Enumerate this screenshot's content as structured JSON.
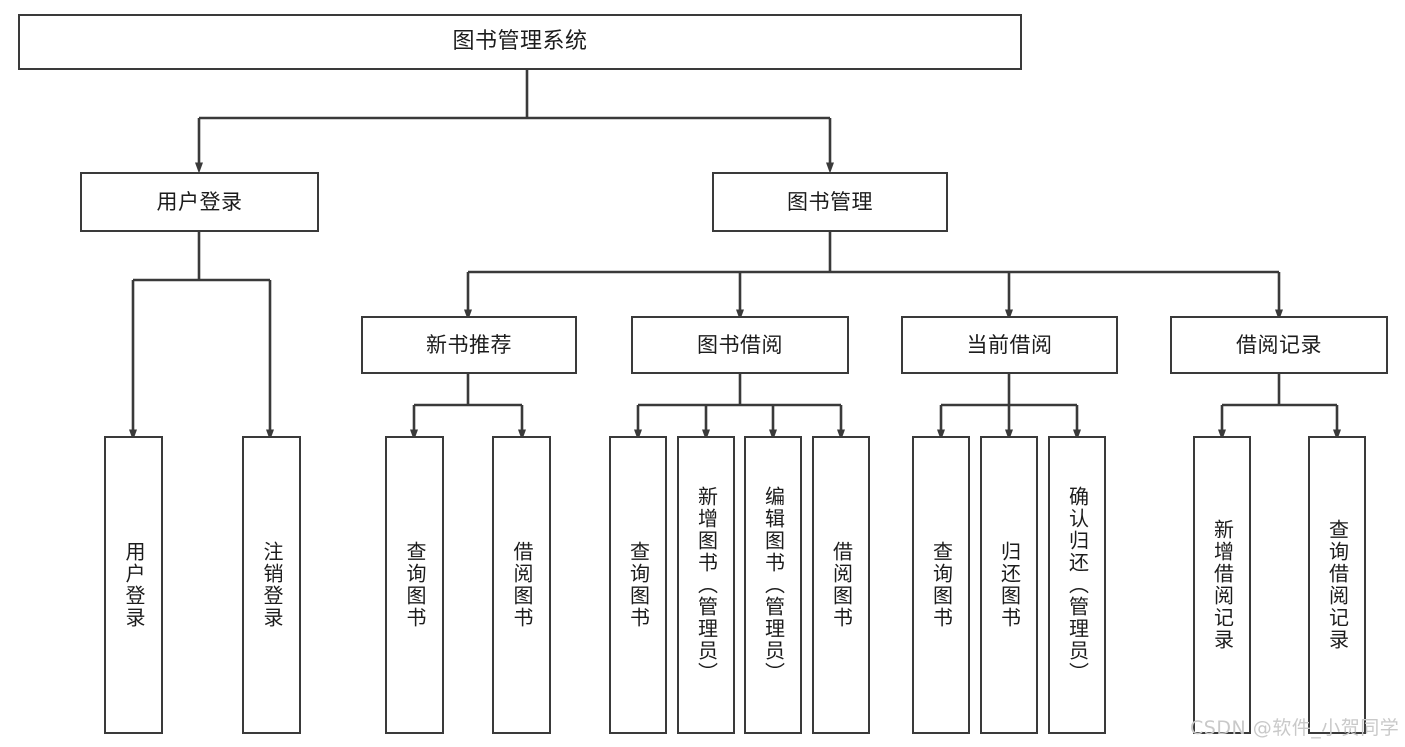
{
  "diagram": {
    "title": "图书管理系统",
    "type": "功能结构图",
    "line_color": "#3a3a3a",
    "box_fill": "#ffffff",
    "text_color": "#1c1c1c",
    "background": "#ffffff"
  },
  "nodes": {
    "root": {
      "label": "图书管理系统",
      "level": 1
    },
    "level2": [
      {
        "id": "user-login",
        "label": "用户登录"
      },
      {
        "id": "book-management",
        "label": "图书管理"
      }
    ],
    "level3": [
      {
        "id": "new-book-recommend",
        "label": "新书推荐"
      },
      {
        "id": "book-borrow",
        "label": "图书借阅"
      },
      {
        "id": "current-borrow",
        "label": "当前借阅"
      },
      {
        "id": "borrow-record",
        "label": "借阅记录"
      }
    ],
    "leaves": {
      "user_login": [
        {
          "id": "leaf-user-login",
          "label": "用户登录"
        },
        {
          "id": "leaf-logout-login",
          "label": "注销登录"
        }
      ],
      "new_book_recommend": [
        {
          "id": "leaf-query-book-1",
          "label": "查询图书"
        },
        {
          "id": "leaf-borrow-book-1",
          "label": "借阅图书"
        }
      ],
      "book_borrow": [
        {
          "id": "leaf-query-book-2",
          "label": "查询图书"
        },
        {
          "id": "leaf-add-book",
          "label": "新增图书（管理员）"
        },
        {
          "id": "leaf-edit-book",
          "label": "编辑图书（管理员）"
        },
        {
          "id": "leaf-borrow-book-2",
          "label": "借阅图书"
        }
      ],
      "current_borrow": [
        {
          "id": "leaf-query-book-3",
          "label": "查询图书"
        },
        {
          "id": "leaf-return-book",
          "label": "归还图书"
        },
        {
          "id": "leaf-confirm-return",
          "label": "确认归还（管理员）"
        }
      ],
      "borrow_record": [
        {
          "id": "leaf-add-record",
          "label": "新增借阅记录"
        },
        {
          "id": "leaf-query-record",
          "label": "查询借阅记录"
        }
      ]
    }
  },
  "watermark": {
    "text": "CSDN @软件_小贺同学"
  }
}
